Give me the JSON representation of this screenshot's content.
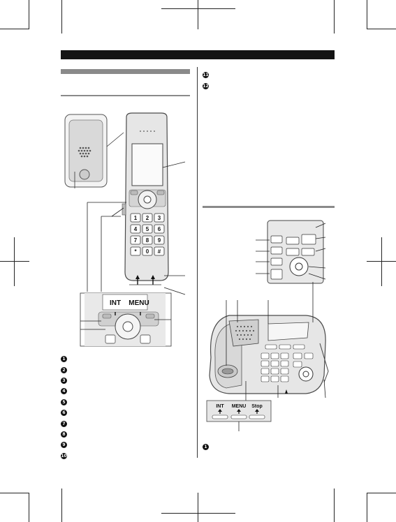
{
  "page": {
    "bullets_left": [
      "1",
      "2",
      "3",
      "4",
      "5",
      "6",
      "7",
      "8",
      "9",
      "10"
    ],
    "bullets_right_top": [
      "11",
      "12"
    ],
    "bullets_right_bottom": [
      "1"
    ]
  },
  "handset_zoom": {
    "key_left": "INT",
    "key_right": "MENU"
  },
  "handset": {
    "keypad": [
      "1",
      "2",
      "3",
      "4",
      "5",
      "6",
      "7",
      "8",
      "9",
      "*",
      "0",
      "#"
    ]
  },
  "base_buttons": {
    "labels": [
      "INT",
      "MENU",
      "Stop"
    ]
  },
  "colors": {
    "title_bar": "#141414",
    "section_bar": "#8a8a8a",
    "device_body": "#e6e6e6",
    "device_outline": "#4a4a4a"
  }
}
